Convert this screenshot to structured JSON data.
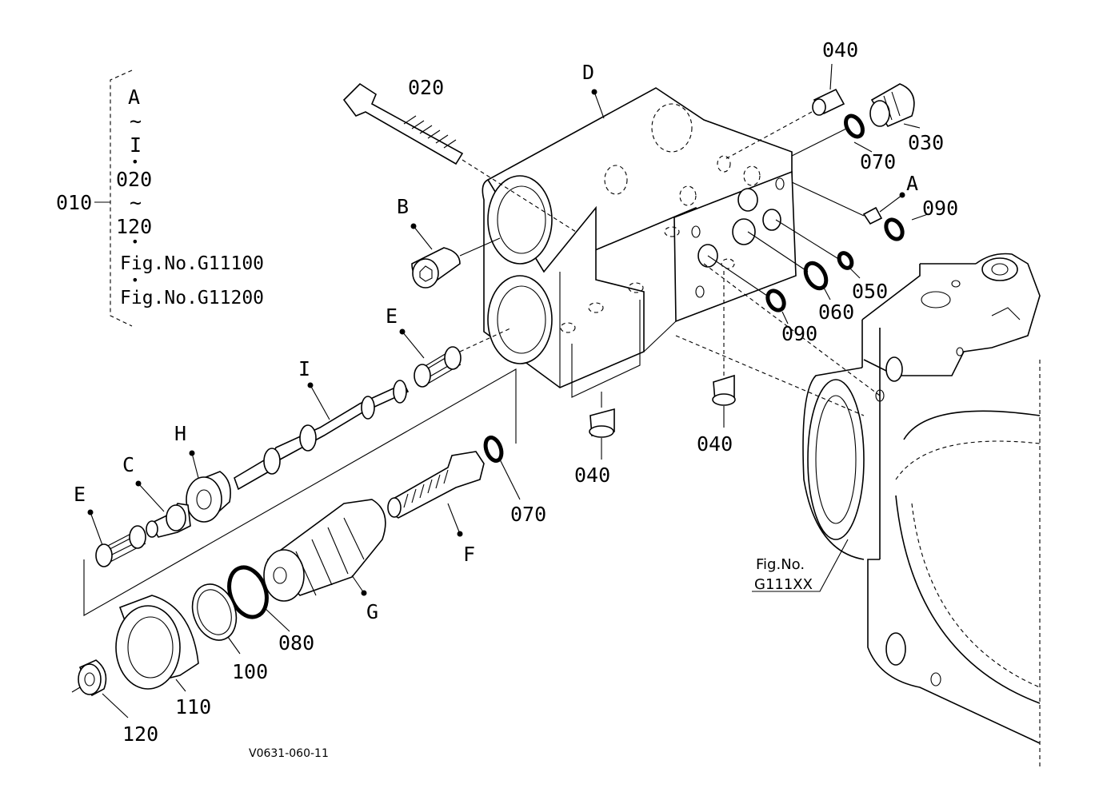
{
  "diagram": {
    "assembly_bracket": {
      "part_no": "010",
      "lines": [
        "A",
        "~",
        "I",
        "•",
        "020",
        "~",
        "120",
        "•",
        "Fig.No.G11100",
        "•",
        "Fig.No.G11200"
      ]
    },
    "callouts": {
      "p020": "020",
      "pD": "D",
      "p040_top": "040",
      "p030": "030",
      "p070_top": "070",
      "pA": "A",
      "p090_top": "090",
      "pB": "B",
      "p050": "050",
      "p060": "060",
      "p090_mid": "090",
      "pE_top": "E",
      "pI": "I",
      "pH": "H",
      "pC": "C",
      "pE_left": "E",
      "p040_bot1": "040",
      "p040_bot2": "040",
      "p070_mid": "070",
      "pF": "F",
      "pG": "G",
      "p080": "080",
      "p100": "100",
      "p110": "110",
      "p120": "120"
    },
    "figure_ref": {
      "line1": "Fig.No.",
      "line2": "G111XX"
    },
    "drawing_code": "V0631-060-11"
  }
}
